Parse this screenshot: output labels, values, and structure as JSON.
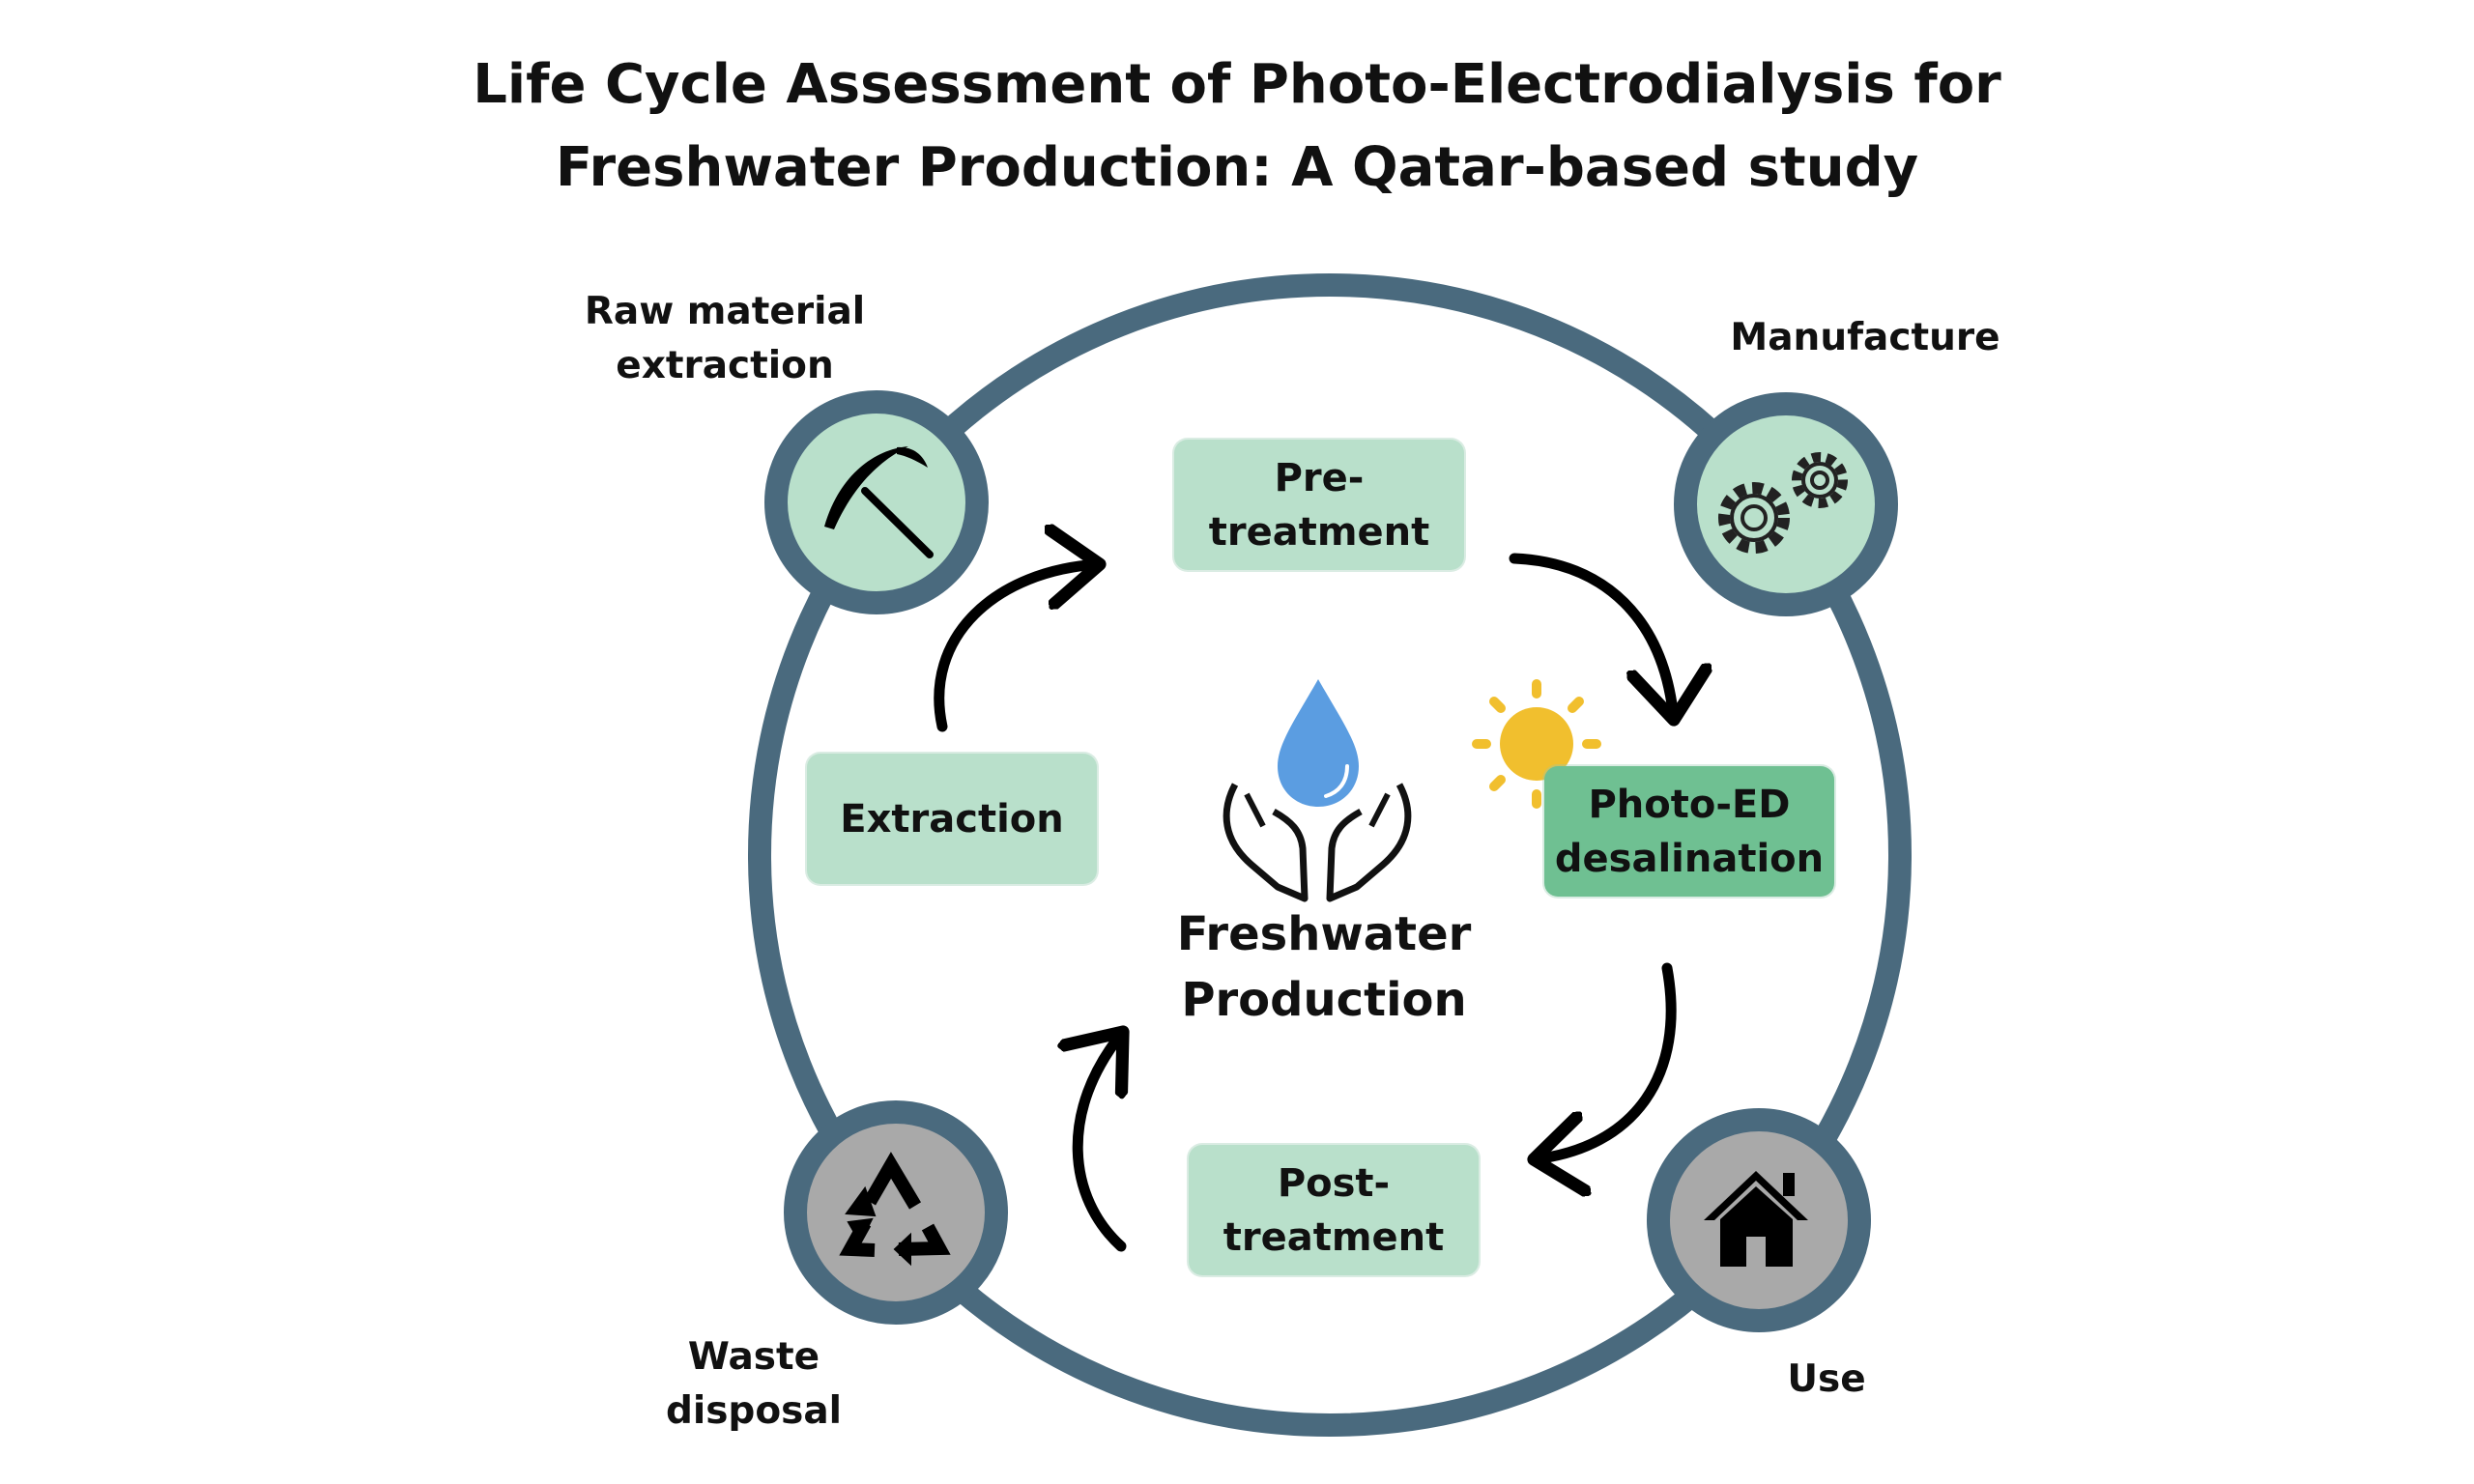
{
  "title": "Life Cycle Assessment of Photo-Electrodialysis for\nFreshwater Production: A Qatar-based study",
  "outer_stages": [
    {
      "label": "Raw material\nextraction",
      "icon": "pickaxe-icon"
    },
    {
      "label": "Manufacture",
      "icon": "gears-icon"
    },
    {
      "label": "Use",
      "icon": "house-icon"
    },
    {
      "label": "Waste\ndisposal",
      "icon": "recycle-icon"
    }
  ],
  "process_steps": [
    {
      "label": "Pre-\ntreatment"
    },
    {
      "label": "Photo-ED\ndesalination"
    },
    {
      "label": "Post-\ntreatment"
    },
    {
      "label": "Extraction"
    }
  ],
  "center": {
    "label": "Freshwater\nProduction",
    "icon": "water-drop-hands-icon"
  },
  "colors": {
    "ring": "#4a6a7e",
    "node_green": "#b9e0cb",
    "node_grey": "#a9a9a9",
    "box_light": "#b9e0cb",
    "box_dark": "#6fc092",
    "sun": "#f1bf2e",
    "drop": "#5b9de1",
    "arrow": "#000000"
  }
}
